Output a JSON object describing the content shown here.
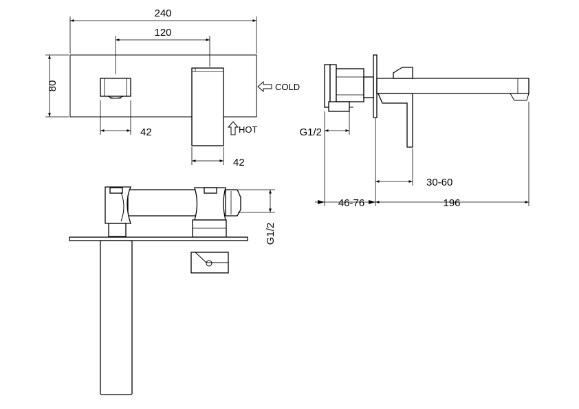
{
  "dimensions": {
    "front_width": "240",
    "spout_offset": "120",
    "plate_height": "80",
    "inlet_width": "42",
    "spout_width": "42",
    "thread_side": "G1/2",
    "thread_bottom": "G1/2",
    "plate_adjust": "30-60",
    "wall_depth": "46-76",
    "spout_reach": "196"
  },
  "labels": {
    "cold": "COLD",
    "hot": "HOT"
  }
}
